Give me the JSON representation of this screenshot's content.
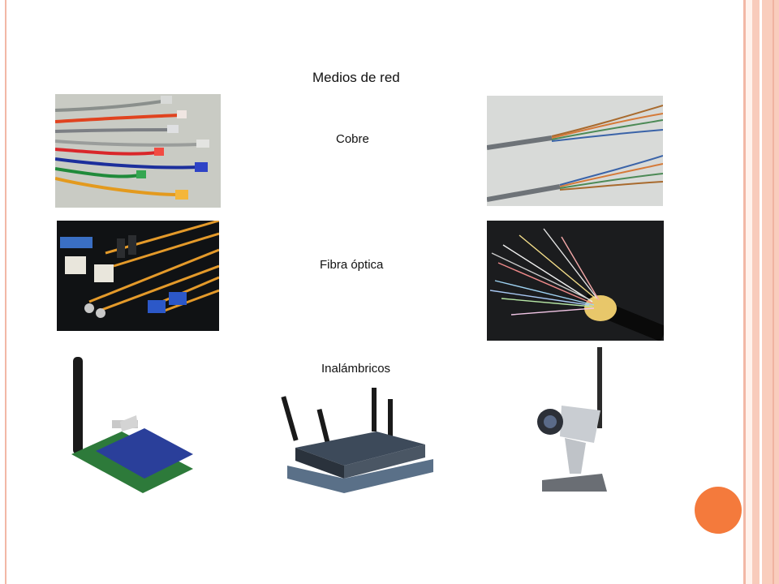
{
  "slide": {
    "title": "Medios de red",
    "labels": {
      "copper": "Cobre",
      "fiber": "Fibra óptica",
      "wireless": "Inalámbricos"
    }
  },
  "colors": {
    "accent": "#f47a3c",
    "border": "#f2b8a6",
    "border_light": "#f9cdbd"
  },
  "images": [
    {
      "name": "copper-patch-cables-image"
    },
    {
      "name": "twisted-pair-wires-image"
    },
    {
      "name": "fiber-connectors-image"
    },
    {
      "name": "fiber-optic-strands-image"
    },
    {
      "name": "wireless-pci-card-image"
    },
    {
      "name": "wireless-router-image"
    },
    {
      "name": "wireless-camera-image"
    }
  ]
}
